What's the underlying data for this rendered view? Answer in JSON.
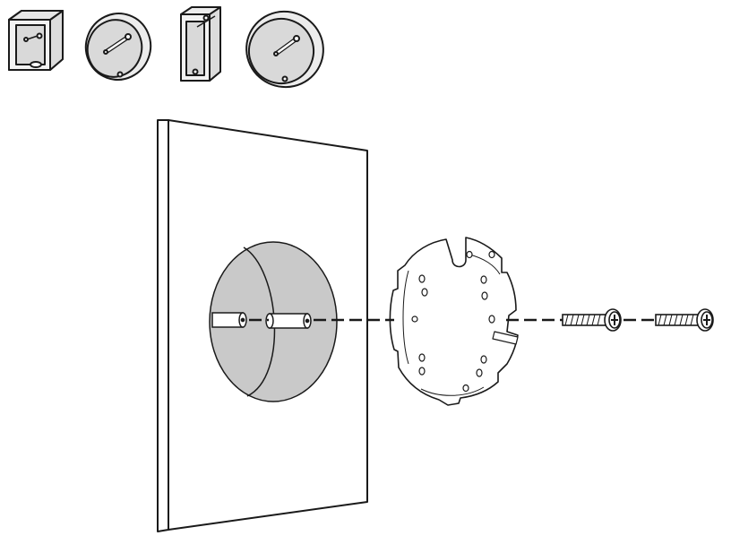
{
  "diagram": {
    "kind": "wall-mount installation illustration",
    "colors": {
      "stroke": "#1a1a1a",
      "box_fill": "#e8e8e8",
      "recess_fill": "#c9c9c9",
      "wall_fill": "#ffffff"
    },
    "backbox_options": [
      {
        "name": "square-backbox-icon"
      },
      {
        "name": "round-backbox-small-icon"
      },
      {
        "name": "rectangular-backbox-icon"
      },
      {
        "name": "round-backbox-large-icon"
      }
    ],
    "parts": [
      {
        "name": "wall-panel"
      },
      {
        "name": "recessed-round-box"
      },
      {
        "name": "mounting-plate"
      },
      {
        "name": "screw-1"
      },
      {
        "name": "screw-2"
      }
    ]
  }
}
